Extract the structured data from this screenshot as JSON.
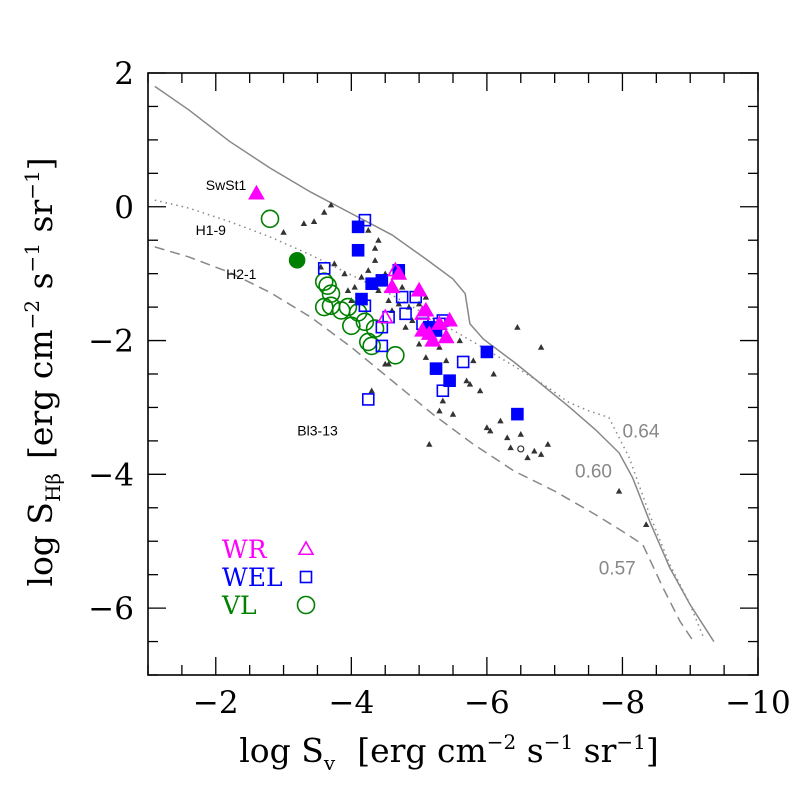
{
  "chart_data": {
    "type": "scatter",
    "xlabel_main": "log S",
    "xlabel_sub": "v",
    "xlabel_units": "[erg cm",
    "xlabel_exp1": "−2",
    "xlabel_units2": " s",
    "xlabel_exp2": "−1",
    "xlabel_units3": " sr",
    "xlabel_exp3": "−1",
    "xlabel_close": "]",
    "ylabel_main": "log S",
    "ylabel_sub": "Hβ",
    "ylabel_units": "[erg cm",
    "ylabel_exp1": "−2",
    "ylabel_units2": " s",
    "ylabel_exp2": "−1",
    "ylabel_units3": " sr",
    "ylabel_exp3": "−1",
    "ylabel_close": "]",
    "xlim": [
      -1,
      -10
    ],
    "ylim": [
      -7,
      2
    ],
    "x_ticks": [
      {
        "v": -2,
        "label": "−2"
      },
      {
        "v": -4,
        "label": "−4"
      },
      {
        "v": -6,
        "label": "−6"
      },
      {
        "v": -8,
        "label": "−8"
      },
      {
        "v": -10,
        "label": "−10"
      }
    ],
    "y_ticks": [
      {
        "v": 2,
        "label": "2"
      },
      {
        "v": 0,
        "label": "0"
      },
      {
        "v": -2,
        "label": "−2"
      },
      {
        "v": -4,
        "label": "−4"
      },
      {
        "v": -6,
        "label": "−6"
      }
    ],
    "curves": [
      {
        "label": "0.64",
        "style": "solid",
        "points": [
          [
            -1.1,
            1.8
          ],
          [
            -1.6,
            1.45
          ],
          [
            -2.2,
            0.98
          ],
          [
            -2.8,
            0.58
          ],
          [
            -3.4,
            0.22
          ],
          [
            -4.0,
            -0.1
          ],
          [
            -4.6,
            -0.42
          ],
          [
            -5.1,
            -0.78
          ],
          [
            -5.5,
            -1.08
          ],
          [
            -5.68,
            -1.3
          ],
          [
            -5.75,
            -1.75
          ],
          [
            -5.95,
            -1.98
          ],
          [
            -6.4,
            -2.32
          ],
          [
            -6.8,
            -2.65
          ],
          [
            -7.2,
            -2.98
          ],
          [
            -7.6,
            -3.33
          ],
          [
            -7.95,
            -3.68
          ],
          [
            -8.15,
            -4.05
          ],
          [
            -8.4,
            -4.7
          ],
          [
            -8.7,
            -5.4
          ],
          [
            -9.0,
            -5.95
          ],
          [
            -9.35,
            -6.5
          ]
        ]
      },
      {
        "label": "0.60",
        "style": "dotted",
        "points": [
          [
            -1.1,
            0.1
          ],
          [
            -1.6,
            -0.02
          ],
          [
            -2.2,
            -0.22
          ],
          [
            -2.8,
            -0.45
          ],
          [
            -3.4,
            -0.72
          ],
          [
            -4.0,
            -1.02
          ],
          [
            -4.6,
            -1.32
          ],
          [
            -5.2,
            -1.67
          ],
          [
            -5.8,
            -2.02
          ],
          [
            -6.4,
            -2.38
          ],
          [
            -6.9,
            -2.7
          ],
          [
            -7.2,
            -2.92
          ],
          [
            -7.5,
            -3.05
          ],
          [
            -7.8,
            -3.15
          ],
          [
            -8.1,
            -3.75
          ],
          [
            -8.4,
            -4.6
          ],
          [
            -8.7,
            -5.35
          ],
          [
            -9.0,
            -5.95
          ],
          [
            -9.2,
            -6.45
          ]
        ]
      },
      {
        "label": "0.57",
        "style": "dashed",
        "points": [
          [
            -1.1,
            -0.6
          ],
          [
            -1.6,
            -0.75
          ],
          [
            -2.2,
            -0.98
          ],
          [
            -2.8,
            -1.28
          ],
          [
            -3.4,
            -1.65
          ],
          [
            -4.0,
            -2.1
          ],
          [
            -4.6,
            -2.6
          ],
          [
            -5.2,
            -3.1
          ],
          [
            -5.8,
            -3.55
          ],
          [
            -6.4,
            -3.95
          ],
          [
            -7.0,
            -4.25
          ],
          [
            -7.6,
            -4.6
          ],
          [
            -8.0,
            -4.85
          ],
          [
            -8.3,
            -5.05
          ],
          [
            -8.6,
            -5.7
          ],
          [
            -8.85,
            -6.2
          ],
          [
            -9.05,
            -6.5
          ]
        ]
      }
    ],
    "curve_label_pos": [
      {
        "label": "0.64",
        "x": -8.0,
        "y": -3.45
      },
      {
        "label": "0.60",
        "x": -7.3,
        "y": -4.05
      },
      {
        "label": "0.57",
        "x": -7.65,
        "y": -5.5
      }
    ],
    "series": [
      {
        "name": "WR",
        "marker": "triangle",
        "color": "#ff00ff",
        "filled": [
          [
            -2.6,
            0.2
          ],
          [
            -4.6,
            -1.2
          ],
          [
            -4.7,
            -1.0
          ],
          [
            -5.0,
            -1.25
          ],
          [
            -5.05,
            -1.85
          ],
          [
            -5.2,
            -2.0
          ],
          [
            -5.3,
            -1.75
          ],
          [
            -5.4,
            -1.95
          ],
          [
            -5.45,
            -1.7
          ],
          [
            -5.1,
            -1.55
          ],
          [
            -5.15,
            -1.9
          ]
        ],
        "open": [
          [
            -4.65,
            -0.95
          ],
          [
            -4.5,
            -1.65
          ],
          [
            -5.05,
            -1.6
          ]
        ]
      },
      {
        "name": "WEL",
        "marker": "square",
        "color": "#0000ff",
        "filled": [
          [
            -4.1,
            -0.3
          ],
          [
            -4.1,
            -0.65
          ],
          [
            -4.3,
            -1.15
          ],
          [
            -4.45,
            -1.1
          ],
          [
            -4.7,
            -0.95
          ],
          [
            -4.15,
            -1.38
          ],
          [
            -5.15,
            -1.8
          ],
          [
            -5.25,
            -1.85
          ],
          [
            -5.25,
            -2.42
          ],
          [
            -5.45,
            -2.6
          ],
          [
            -6.0,
            -2.17
          ],
          [
            -6.45,
            -3.1
          ]
        ],
        "open": [
          [
            -4.2,
            -0.2
          ],
          [
            -3.6,
            -0.92
          ],
          [
            -4.2,
            -1.48
          ],
          [
            -4.45,
            -1.8
          ],
          [
            -4.55,
            -1.65
          ],
          [
            -4.75,
            -1.35
          ],
          [
            -4.8,
            -1.6
          ],
          [
            -4.95,
            -1.35
          ],
          [
            -5.05,
            -1.75
          ],
          [
            -5.3,
            -1.75
          ],
          [
            -5.35,
            -1.7
          ],
          [
            -5.65,
            -2.32
          ],
          [
            -5.35,
            -2.75
          ],
          [
            -4.25,
            -2.88
          ],
          [
            -4.45,
            -2.08
          ]
        ]
      },
      {
        "name": "VL",
        "marker": "circle",
        "color": "#008000",
        "filled": [
          [
            -3.2,
            -0.8
          ]
        ],
        "open": [
          [
            -2.8,
            -0.18
          ],
          [
            -3.6,
            -1.12
          ],
          [
            -3.65,
            -1.18
          ],
          [
            -3.7,
            -1.3
          ],
          [
            -3.7,
            -1.48
          ],
          [
            -3.6,
            -1.5
          ],
          [
            -3.85,
            -1.55
          ],
          [
            -3.95,
            -1.5
          ],
          [
            -4.0,
            -1.78
          ],
          [
            -4.1,
            -1.58
          ],
          [
            -4.2,
            -1.72
          ],
          [
            -4.25,
            -2.02
          ],
          [
            -4.3,
            -2.08
          ],
          [
            -4.35,
            -1.82
          ],
          [
            -4.65,
            -2.22
          ]
        ]
      },
      {
        "name": "",
        "marker": "small-triangle",
        "color": "#333333",
        "filled": [
          [
            -3.75,
            -0.85
          ],
          [
            -3.9,
            -1.0
          ],
          [
            -3.95,
            -1.25
          ],
          [
            -4.0,
            -1.4
          ],
          [
            -4.05,
            -1.2
          ],
          [
            -4.15,
            -1.05
          ],
          [
            -4.25,
            -0.95
          ],
          [
            -4.35,
            -0.8
          ],
          [
            -4.4,
            -1.25
          ],
          [
            -4.5,
            -1.0
          ],
          [
            -4.55,
            -1.4
          ],
          [
            -4.6,
            -1.55
          ],
          [
            -4.7,
            -1.45
          ],
          [
            -4.75,
            -1.2
          ],
          [
            -4.8,
            -1.8
          ],
          [
            -4.85,
            -1.5
          ],
          [
            -4.9,
            -1.7
          ],
          [
            -5.0,
            -1.45
          ],
          [
            -5.0,
            -2.05
          ],
          [
            -5.1,
            -2.25
          ],
          [
            -5.1,
            -1.35
          ],
          [
            -5.2,
            -2.45
          ],
          [
            -5.3,
            -2.1
          ],
          [
            -5.35,
            -2.9
          ],
          [
            -5.4,
            -2.3
          ],
          [
            -5.5,
            -2.55
          ],
          [
            -5.5,
            -3.1
          ],
          [
            -5.6,
            -2.0
          ],
          [
            -5.7,
            -2.6
          ],
          [
            -5.75,
            -2.65
          ],
          [
            -5.8,
            -2.3
          ],
          [
            -5.9,
            -2.75
          ],
          [
            -6.0,
            -3.3
          ],
          [
            -6.1,
            -2.5
          ],
          [
            -6.2,
            -3.2
          ],
          [
            -6.3,
            -3.45
          ],
          [
            -6.35,
            -3.6
          ],
          [
            -6.5,
            -3.4
          ],
          [
            -6.6,
            -3.75
          ],
          [
            -6.7,
            -3.65
          ],
          [
            -6.8,
            -3.7
          ],
          [
            -6.9,
            -3.55
          ],
          [
            -6.45,
            -1.8
          ],
          [
            -6.8,
            -2.1
          ],
          [
            -4.3,
            -2.75
          ],
          [
            -4.5,
            -2.35
          ],
          [
            -3.55,
            -0.9
          ],
          [
            -3.0,
            -0.38
          ],
          [
            -3.3,
            -0.25
          ],
          [
            -3.45,
            -0.22
          ],
          [
            -3.6,
            -0.08
          ],
          [
            -3.7,
            0.03
          ],
          [
            -4.25,
            -0.35
          ],
          [
            -4.4,
            -0.5
          ],
          [
            -4.35,
            -0.62
          ],
          [
            -5.15,
            -3.55
          ],
          [
            -5.3,
            -3.05
          ],
          [
            -6.05,
            -3.35
          ],
          [
            -4.55,
            -2.35
          ],
          [
            -7.95,
            -4.25
          ],
          [
            -8.35,
            -4.75
          ]
        ],
        "open": [
          [
            -6.5,
            -3.62
          ]
        ]
      }
    ],
    "annotations": [
      {
        "text": "SwSt1",
        "x": -2.45,
        "y": 0.25
      },
      {
        "text": "H1-9",
        "x": -2.15,
        "y": -0.42
      },
      {
        "text": "H2-1",
        "x": -2.6,
        "y": -1.08
      },
      {
        "text": "Bl3-13",
        "x": -3.8,
        "y": -3.42
      }
    ],
    "legend": [
      {
        "label": "WR",
        "marker": "triangle",
        "color": "#ff00ff"
      },
      {
        "label": "WEL",
        "marker": "square",
        "color": "#0000ff"
      },
      {
        "label": "VL",
        "marker": "circle",
        "color": "#008000"
      }
    ],
    "legend_placement": "bottom-left",
    "grid": false
  }
}
